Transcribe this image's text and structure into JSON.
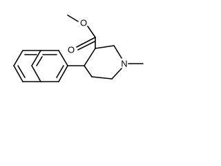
{
  "molecule": {
    "atoms": {
      "ether_oxygen": "O",
      "carbonyl_oxygen": "O",
      "ring_nitrogen": "N"
    }
  },
  "colors": {
    "background": "#ffffff",
    "bond": "#000000",
    "label": "#000000"
  }
}
